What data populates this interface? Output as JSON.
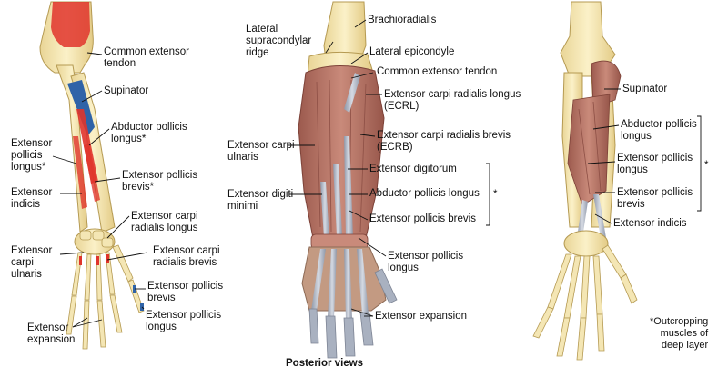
{
  "figure": {
    "caption": "Posterior views",
    "footnote": "*Outcropping\nmuscles of\ndeep layer",
    "bracket_mark": "*"
  },
  "panel_left": {
    "common_extensor_tendon": "Common extensor\ntendon",
    "supinator": "Supinator",
    "abductor_pollicis_longus": "Abductor pollicis\nlongus*",
    "extensor_pollicis_longus": "Extensor\npollicis\nlongus*",
    "extensor_pollicis_brevis": "Extensor pollicis\nbrevis*",
    "extensor_indicis": "Extensor\nindicis",
    "extensor_carpi_radialis_longus": "Extensor carpi\nradialis longus",
    "extensor_carpi_ulnaris": "Extensor\ncarpi\nulnaris",
    "extensor_carpi_radialis_brevis": "Extensor carpi\nradialis brevis",
    "extensor_pollicis_brevis_hand": "Extensor pollicis\nbrevis",
    "extensor_pollicis_longus_hand": "Extensor pollicis\nlongus",
    "extensor_expansion": "Extensor\nexpansion"
  },
  "panel_middle": {
    "brachioradialis": "Brachioradialis",
    "lateral_supracondylar_ridge": "Lateral\nsupracondylar\nridge",
    "lateral_epicondyle": "Lateral epicondyle",
    "common_extensor_tendon": "Common extensor tendon",
    "ecrl": "Extensor carpi radialis longus\n(ECRL)",
    "ecrb": "Extensor carpi radialis brevis\n(ECRB)",
    "extensor_carpi_ulnaris": "Extensor carpi\nulnaris",
    "extensor_digitorum": "Extensor digitorum",
    "extensor_digiti_minimi": "Extensor digiti\nminimi",
    "abductor_pollicis_longus": "Abductor pollicis longus",
    "extensor_pollicis_brevis": "Extensor pollicis brevis",
    "extensor_pollicis_longus": "Extensor pollicis\nlongus",
    "extensor_expansion": "Extensor expansion"
  },
  "panel_right": {
    "supinator": "Supinator",
    "abductor_pollicis_longus": "Abductor pollicis\nlongus",
    "extensor_pollicis_longus": "Extensor pollicis\nlongus",
    "extensor_pollicis_brevis": "Extensor pollicis\nbrevis",
    "extensor_indicis": "Extensor indicis"
  },
  "colors": {
    "bone": "#f4e6b4",
    "bone_edge": "#b59a52",
    "muscle": "#b9786a",
    "muscle_dark": "#8d4f45",
    "tendon": "#a9b1c0",
    "origin_red": "#e0342b",
    "insertion_blue": "#2f63a8",
    "leader": "#111111"
  }
}
